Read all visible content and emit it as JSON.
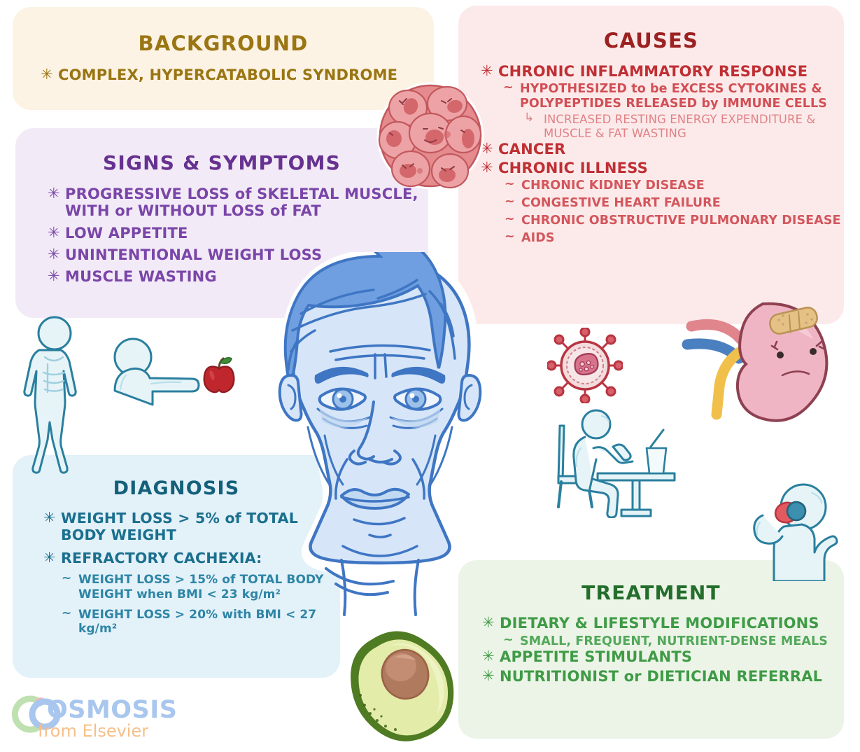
{
  "background": {
    "title": "BACKGROUND",
    "items": [
      "COMPLEX, HYPERCATABOLIC SYNDROME"
    ]
  },
  "signs": {
    "title": "SIGNS & SYMPTOMS",
    "items": [
      "PROGRESSIVE LOSS of SKELETAL MUSCLE, WITH or WITHOUT LOSS of FAT",
      "LOW APPETITE",
      "UNINTENTIONAL WEIGHT LOSS",
      "MUSCLE WASTING"
    ]
  },
  "causes": {
    "title": "CAUSES",
    "item1": "CHRONIC INFLAMMATORY RESPONSE",
    "sub1": "HYPOTHESIZED to be EXCESS CYTOKINES & POLYPEPTIDES RELEASED by IMMUNE CELLS",
    "sub1_arrow": "INCREASED RESTING ENERGY EXPENDITURE & MUSCLE & FAT WASTING",
    "item2": "CANCER",
    "item3": "CHRONIC ILLNESS",
    "illness_list": [
      "CHRONIC KIDNEY DISEASE",
      "CONGESTIVE HEART FAILURE",
      "CHRONIC OBSTRUCTIVE PULMONARY DISEASE",
      "AIDS"
    ]
  },
  "diagnosis": {
    "title": "DIAGNOSIS",
    "item1": "WEIGHT LOSS > 5% of TOTAL BODY WEIGHT",
    "item2": "REFRACTORY CACHEXIA:",
    "sub_items": [
      "WEIGHT LOSS > 15% of TOTAL BODY WEIGHT when BMI < 23 kg/m²",
      "WEIGHT LOSS > 20% with BMI < 27 kg/m²"
    ]
  },
  "treatment": {
    "title": "TREATMENT",
    "item1": "DIETARY & LIFESTYLE MODIFICATIONS",
    "sub1": "SMALL, FREQUENT, NUTRIENT-DENSE MEALS",
    "item2": "APPETITE STIMULANTS",
    "item3": "NUTRITIONIST or DIETICIAN REFERRAL"
  },
  "logo": {
    "word": "OSMOSIS",
    "sub": "from Elsevier"
  },
  "bullets": {
    "level1": "✳",
    "level2": "~",
    "level3": "↳"
  },
  "colors": {
    "background_panel": "#fcf3e4",
    "background_text": "#9a7512",
    "signs_panel": "#f2ebf7",
    "signs_text": "#7a45a8",
    "causes_panel": "#fceaea",
    "causes_text": "#bf2f34",
    "diagnosis_panel": "#e3f1f9",
    "diagnosis_text": "#1a6f8e",
    "treatment_panel": "#ecf4e7",
    "treatment_text": "#3f9b46"
  }
}
